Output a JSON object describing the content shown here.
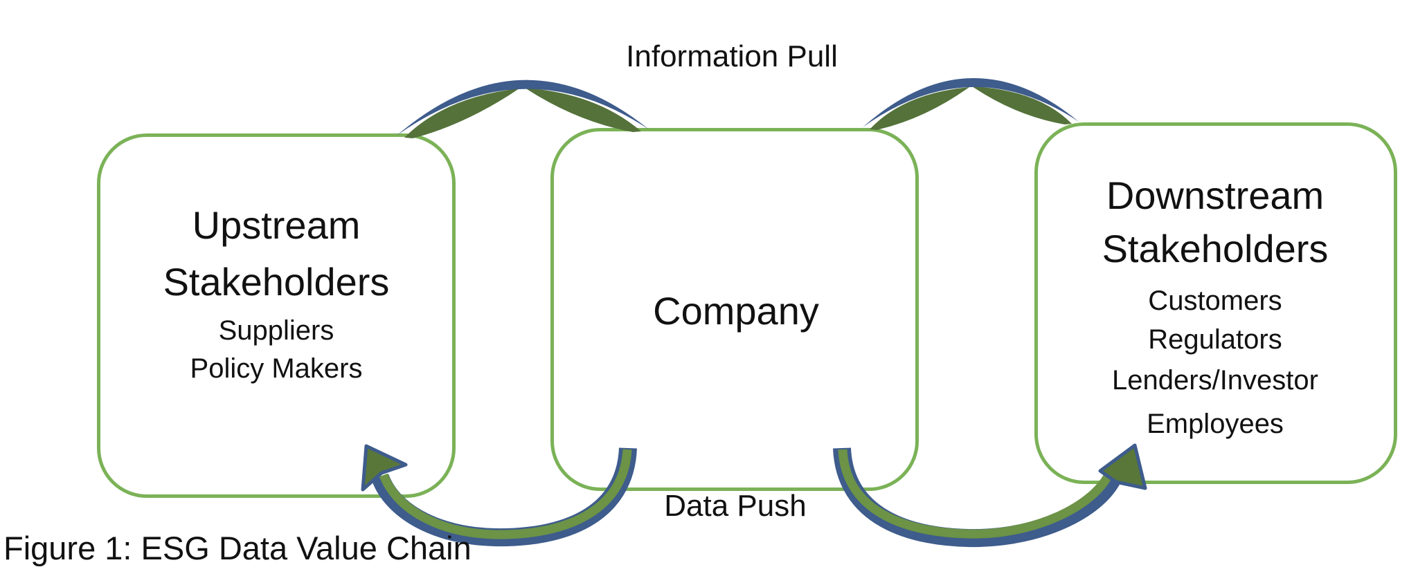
{
  "figure": {
    "caption": "Figure 1: ESG Data Value Chain",
    "labels": {
      "top": "Information Pull",
      "bottom": "Data Push"
    },
    "boxes": {
      "upstream": {
        "title_lines": [
          "Upstream",
          "Stakeholders"
        ],
        "items": [
          "Suppliers",
          "Policy Makers"
        ]
      },
      "company": {
        "title_lines": [
          "Company"
        ],
        "items": []
      },
      "downstream": {
        "title_lines": [
          "Downstream",
          "Stakeholders"
        ],
        "items": [
          "Customers",
          "Regulators",
          "Lenders/Investor",
          "Employees"
        ]
      }
    },
    "colors": {
      "box_border": "#7bb257",
      "arrow_blue": "#3e5c8c",
      "arrow_green_dark": "#54723a",
      "arrow_green_band": "#6c9346",
      "arrow_head_fill": "#587739",
      "text": "#111111",
      "background": "#ffffff"
    }
  }
}
